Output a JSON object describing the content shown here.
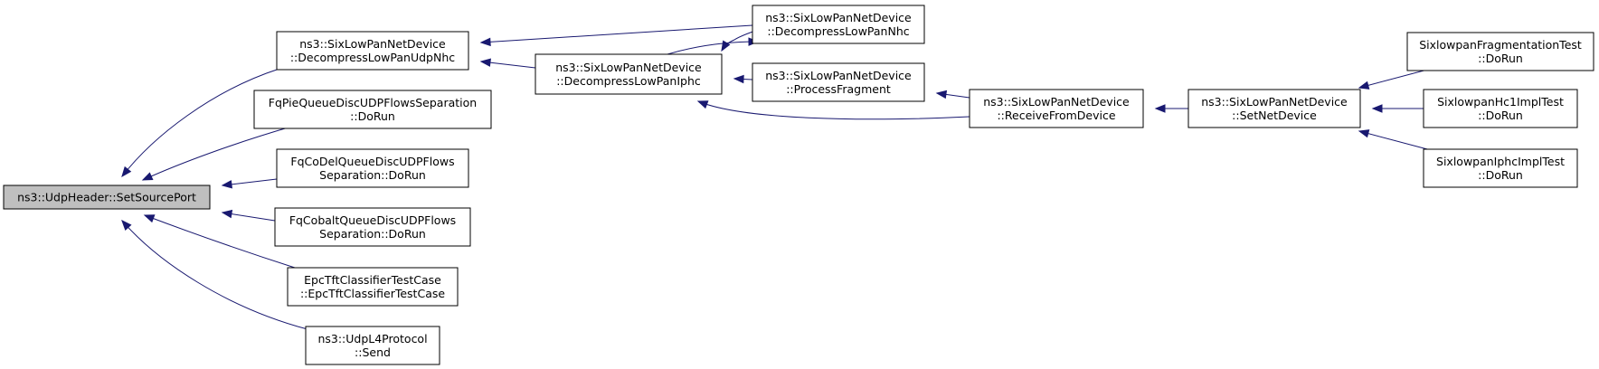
{
  "graph": {
    "colors": {
      "edge": "#191970",
      "root_fill": "#bfbfbf",
      "node_fill": "#ffffff",
      "node_border": "#000000"
    },
    "nodes": [
      {
        "id": "n0",
        "lines": [
          "ns3::UdpHeader::SetSourcePort"
        ],
        "root": true
      },
      {
        "id": "n1",
        "lines": [
          "ns3::SixLowPanNetDevice",
          "::DecompressLowPanUdpNhc"
        ]
      },
      {
        "id": "n2",
        "lines": [
          "FqPieQueueDiscUDPFlowsSeparation",
          "::DoRun"
        ]
      },
      {
        "id": "n3",
        "lines": [
          "FqCoDelQueueDiscUDPFlows",
          "Separation::DoRun"
        ]
      },
      {
        "id": "n4",
        "lines": [
          "FqCobaltQueueDiscUDPFlows",
          "Separation::DoRun"
        ]
      },
      {
        "id": "n5",
        "lines": [
          "EpcTftClassifierTestCase",
          "::EpcTftClassifierTestCase"
        ]
      },
      {
        "id": "n6",
        "lines": [
          "ns3::UdpL4Protocol",
          "::Send"
        ]
      },
      {
        "id": "n7",
        "lines": [
          "ns3::SixLowPanNetDevice",
          "::DecompressLowPanIphc"
        ]
      },
      {
        "id": "n8",
        "lines": [
          "ns3::SixLowPanNetDevice",
          "::DecompressLowPanNhc"
        ]
      },
      {
        "id": "n9",
        "lines": [
          "ns3::SixLowPanNetDevice",
          "::ProcessFragment"
        ]
      },
      {
        "id": "n10",
        "lines": [
          "ns3::SixLowPanNetDevice",
          "::ReceiveFromDevice"
        ]
      },
      {
        "id": "n11",
        "lines": [
          "ns3::SixLowPanNetDevice",
          "::SetNetDevice"
        ]
      },
      {
        "id": "n12",
        "lines": [
          "SixlowpanFragmentationTest",
          "::DoRun"
        ]
      },
      {
        "id": "n13",
        "lines": [
          "SixlowpanHc1ImplTest",
          "::DoRun"
        ]
      },
      {
        "id": "n14",
        "lines": [
          "SixlowpanIphcImplTest",
          "::DoRun"
        ]
      }
    ],
    "edges": [
      {
        "from": "n1",
        "to": "n0"
      },
      {
        "from": "n2",
        "to": "n0"
      },
      {
        "from": "n3",
        "to": "n0"
      },
      {
        "from": "n4",
        "to": "n0"
      },
      {
        "from": "n5",
        "to": "n0"
      },
      {
        "from": "n6",
        "to": "n0"
      },
      {
        "from": "n7",
        "to": "n1"
      },
      {
        "from": "n8",
        "to": "n1"
      },
      {
        "from": "n8",
        "to": "n7"
      },
      {
        "from": "n7",
        "to": "n8"
      },
      {
        "from": "n9",
        "to": "n7"
      },
      {
        "from": "n10",
        "to": "n7"
      },
      {
        "from": "n10",
        "to": "n9"
      },
      {
        "from": "n11",
        "to": "n10"
      },
      {
        "from": "n12",
        "to": "n11"
      },
      {
        "from": "n13",
        "to": "n11"
      },
      {
        "from": "n14",
        "to": "n11"
      }
    ]
  }
}
